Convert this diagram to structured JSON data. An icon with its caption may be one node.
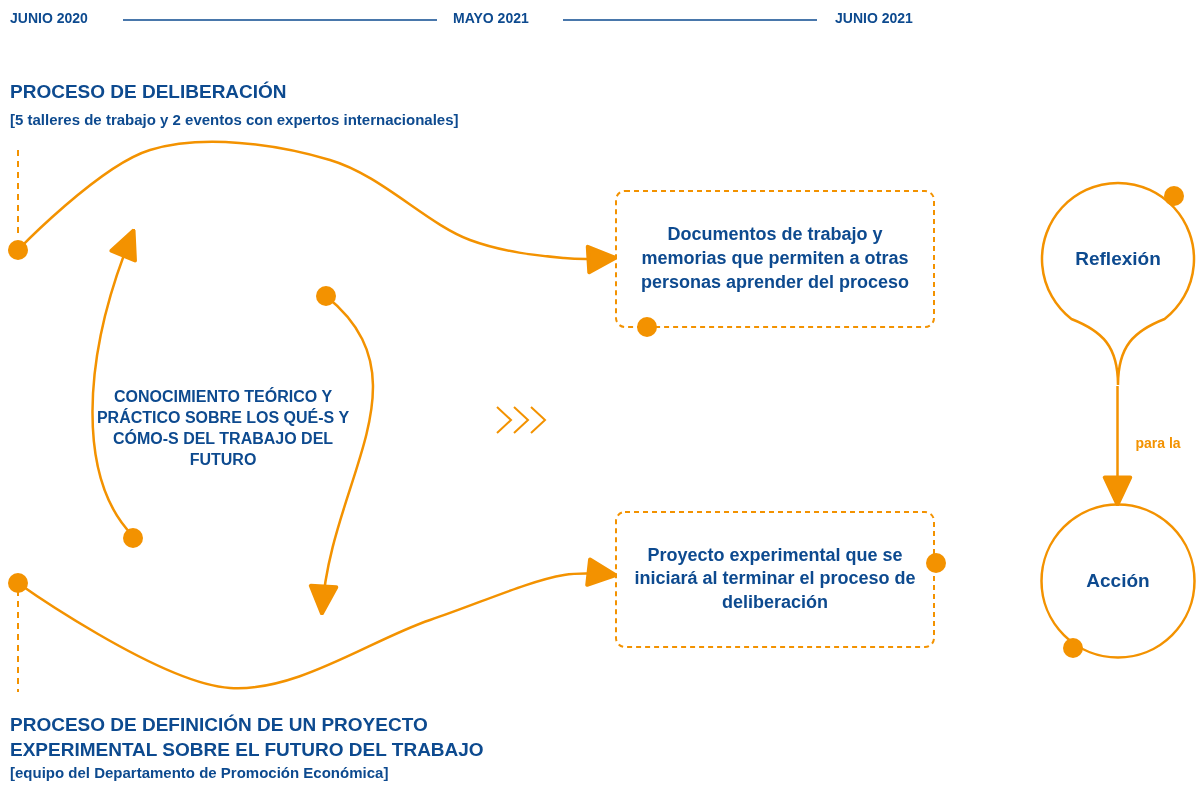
{
  "diagram": {
    "nodes": [
      {
        "text": [
          "CONOCIMIENTO TEÓRICO Y PRÁCTICO SOBRE LOS QUÉ-S Y CÓMO-S DEL TRABAJO DEL FUTURO"
        ]
      },
      {
        "text": [
          "Documentos de trabajo y memorias que permiten a otras personas aprender del proceso"
        ]
      },
      {
        "text": [
          "Proyecto experimental que se iniciará al terminar el proceso de deliberación"
        ]
      },
      {
        "text": [
          "Reflexión"
        ]
      },
      {
        "text": [
          "Acción"
        ]
      }
    ],
    "edges": [
      {
        "from": null,
        "to": 1,
        "arrow": "to"
      },
      {
        "from": null,
        "to": 2,
        "arrow": "to"
      },
      {
        "from": 3,
        "to": 4,
        "arrow": "to",
        "label": "para la"
      }
    ],
    "labels": [
      "JUNIO 2020",
      "MAYO 2021",
      "JUNIO 2021",
      "PROCESO DE DELIBERACIÓN",
      "[5 talleres de trabajo y 2 eventos con expertos internacionales]",
      "PROCESO DE DEFINICIÓN DE UN PROYECTO EXPERIMENTAL SOBRE EL FUTURO DEL TRABAJO",
      "[equipo del Departamento de Promoción Económica]"
    ]
  }
}
